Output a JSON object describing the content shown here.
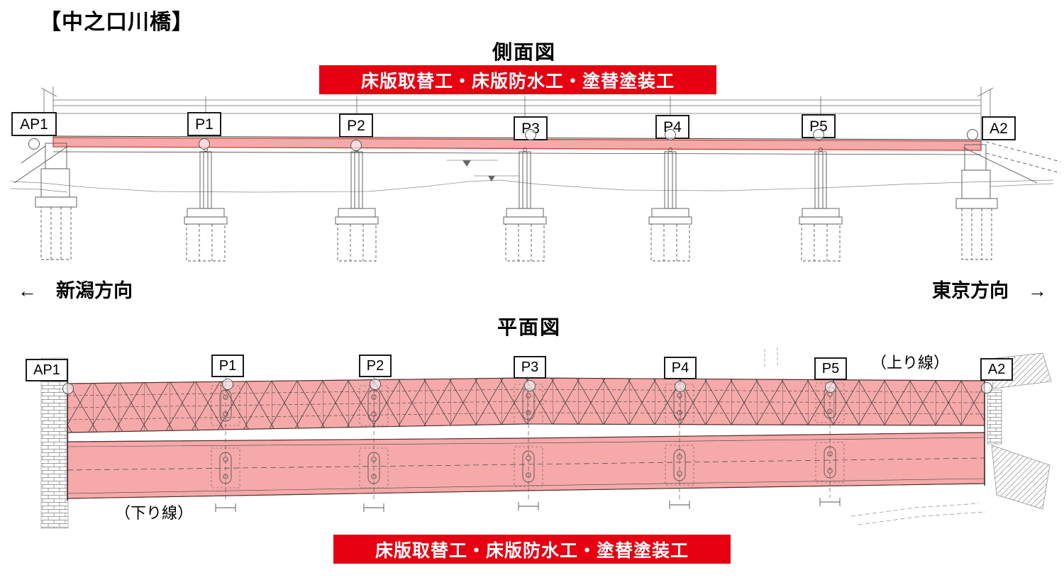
{
  "page": {
    "title": "【中之口川橋】"
  },
  "directions": {
    "left": "←　新潟方向",
    "right": "東京方向　→"
  },
  "side_view": {
    "heading": "側面図",
    "banner": "床版取替工・床版防水工・塗替塗装工",
    "labels": [
      "AP1",
      "P1",
      "P2",
      "P3",
      "P4",
      "P5",
      "A2"
    ]
  },
  "plan_view": {
    "heading": "平面図",
    "banner": "床版取替工・床版防水工・塗替塗装工",
    "labels": [
      "AP1",
      "P1",
      "P2",
      "P3",
      "P4",
      "P5",
      "A2"
    ],
    "up_line_label": "（上り線）",
    "down_line_label": "（下り線）"
  },
  "colors": {
    "banner_bg": "#e60012",
    "banner_text": "#ffffff",
    "highlight_fill": "#f08080",
    "highlight_border": "#c0392b"
  }
}
